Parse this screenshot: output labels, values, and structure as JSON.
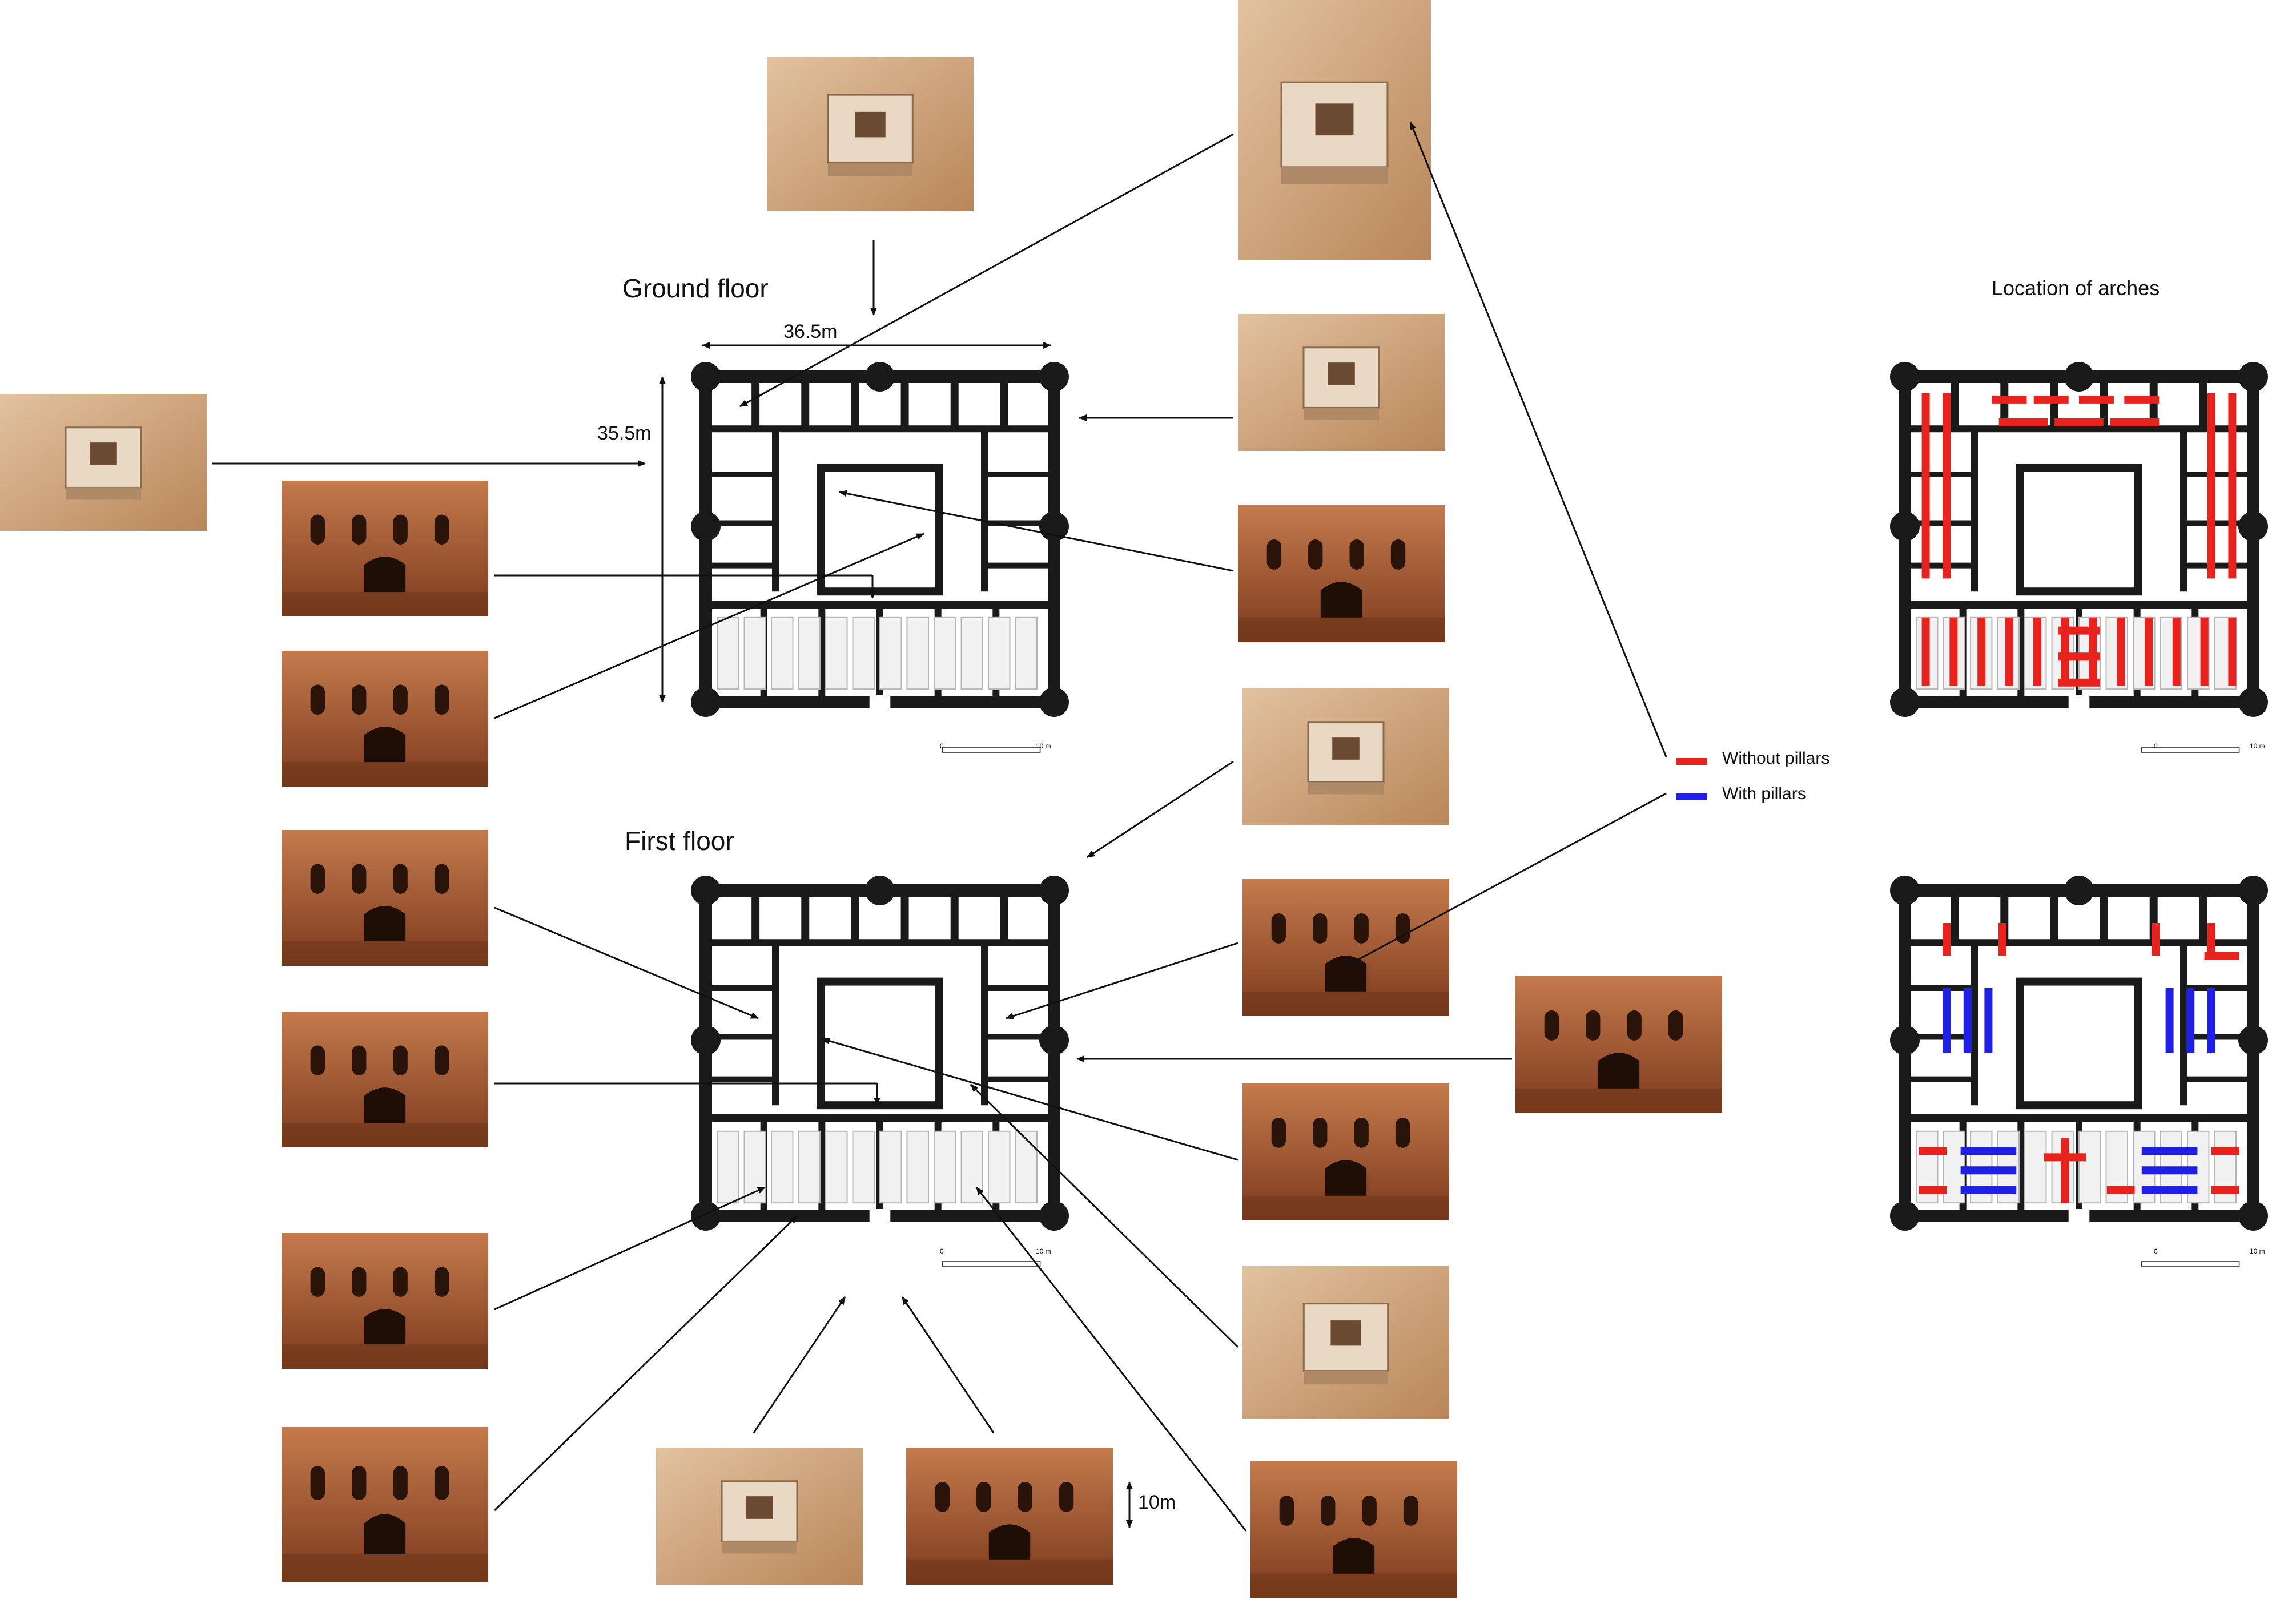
{
  "headings": {
    "ground_floor": "Ground floor",
    "first_floor": "First floor",
    "location_of_arches": "Location of arches"
  },
  "dimensions": {
    "width": "36.5m",
    "depth": "35.5m",
    "height": "10m"
  },
  "scale_bar": {
    "start": "0",
    "end": "10 m"
  },
  "legend": {
    "items": [
      {
        "label": "Without pillars",
        "color": "#e8231e"
      },
      {
        "label": "With pillars",
        "color": "#1f1fe6"
      }
    ]
  },
  "colors": {
    "wall": "#1a1a1a",
    "floor": "#ffffff",
    "room_fill": "#f1f1f1",
    "arch_without_pillars": "#e8231e",
    "arch_with_pillars": "#1f1fe6",
    "photo_sand": "#c99a6e",
    "photo_brick": "#9a4e2a"
  },
  "photos": [
    {
      "id": "aerial-top",
      "tone": "sand"
    },
    {
      "id": "aerial-left",
      "tone": "sand"
    },
    {
      "id": "arch-vault",
      "tone": "sand"
    },
    {
      "id": "aerial-right-1",
      "tone": "sand"
    },
    {
      "id": "courtyard-right",
      "tone": "brick"
    },
    {
      "id": "aerial-right-2",
      "tone": "sand"
    },
    {
      "id": "hall-pillars-right",
      "tone": "brick"
    },
    {
      "id": "exterior-east",
      "tone": "brick"
    },
    {
      "id": "courtyard-facade-right",
      "tone": "brick"
    },
    {
      "id": "stairs",
      "tone": "sand"
    },
    {
      "id": "hall-interior-right",
      "tone": "brick"
    },
    {
      "id": "gate-passage",
      "tone": "brick"
    },
    {
      "id": "courtyard-facade-left-1",
      "tone": "brick"
    },
    {
      "id": "vaulted-hall-left",
      "tone": "brick"
    },
    {
      "id": "courtyard-facade-left-2",
      "tone": "brick"
    },
    {
      "id": "pillared-room-left",
      "tone": "brick"
    },
    {
      "id": "dome-ceiling",
      "tone": "brick"
    },
    {
      "id": "aerial-bottom",
      "tone": "sand"
    },
    {
      "id": "exterior-south",
      "tone": "brick"
    }
  ]
}
